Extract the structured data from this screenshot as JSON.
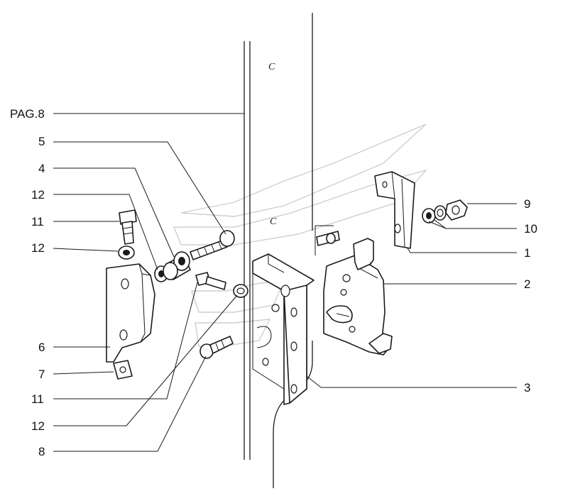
{
  "labels": {
    "pag": "PAG.8",
    "l5": "5",
    "l4": "4",
    "l12a": "12",
    "l11a": "11",
    "l12b": "12",
    "l6": "6",
    "l7": "7",
    "l11b": "11",
    "l12c": "12",
    "l8": "8",
    "l9": "9",
    "l10": "10",
    "l1": "1",
    "l2": "2",
    "l3": "3"
  },
  "marks": {
    "c_top": "C",
    "c_mid": "C"
  }
}
